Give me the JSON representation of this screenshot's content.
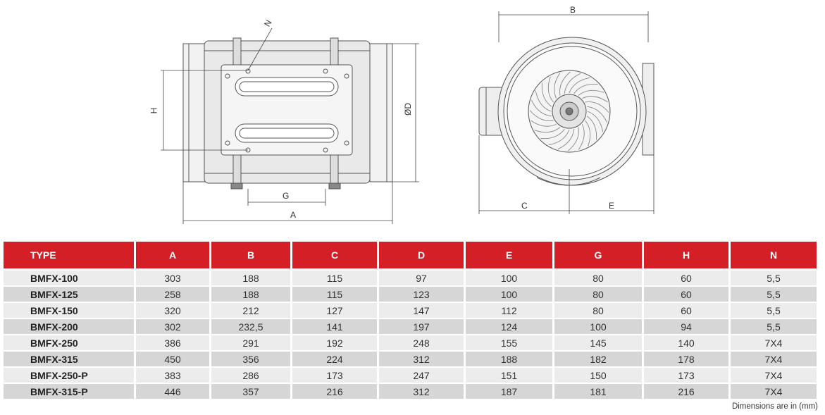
{
  "drawing_labels": {
    "side": {
      "n": "N",
      "h": "H",
      "d": "ØD",
      "g": "G",
      "a": "A"
    },
    "front": {
      "b": "B",
      "c": "C",
      "e": "E"
    }
  },
  "table": {
    "headers": [
      "TYPE",
      "A",
      "B",
      "C",
      "D",
      "E",
      "G",
      "H",
      "N"
    ],
    "rows": [
      [
        "BMFX-100",
        "303",
        "188",
        "115",
        "97",
        "100",
        "80",
        "60",
        "5,5"
      ],
      [
        "BMFX-125",
        "258",
        "188",
        "115",
        "123",
        "100",
        "80",
        "60",
        "5,5"
      ],
      [
        "BMFX-150",
        "320",
        "212",
        "127",
        "147",
        "112",
        "80",
        "60",
        "5,5"
      ],
      [
        "BMFX-200",
        "302",
        "232,5",
        "141",
        "197",
        "124",
        "100",
        "94",
        "5,5"
      ],
      [
        "BMFX-250",
        "386",
        "291",
        "192",
        "248",
        "155",
        "145",
        "140",
        "7X4"
      ],
      [
        "BMFX-315",
        "450",
        "356",
        "224",
        "312",
        "188",
        "182",
        "178",
        "7X4"
      ],
      [
        "BMFX-250-P",
        "383",
        "286",
        "173",
        "247",
        "151",
        "150",
        "173",
        "7X4"
      ],
      [
        "BMFX-315-P",
        "446",
        "357",
        "216",
        "312",
        "187",
        "181",
        "216",
        "7X4"
      ]
    ]
  },
  "footnote": "Dimensions are in (mm)",
  "colors": {
    "header_bg": "#d51f26",
    "row_light": "#ececec",
    "row_dark": "#d6d6d6"
  }
}
